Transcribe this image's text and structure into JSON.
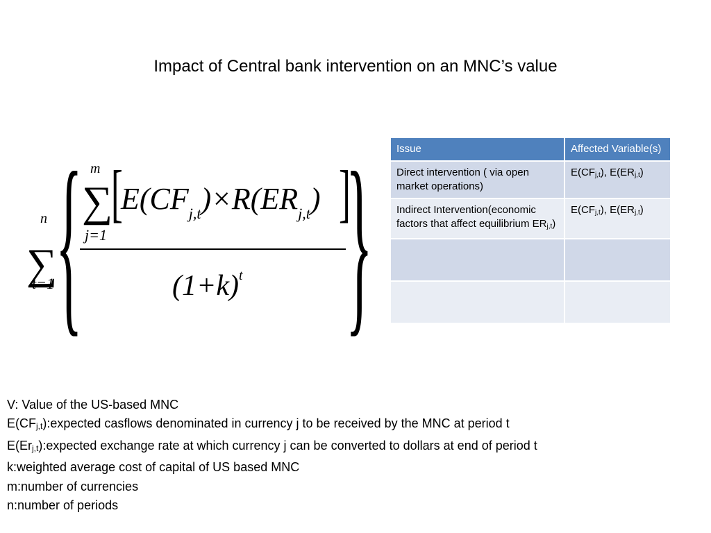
{
  "title": "Impact of Central bank intervention on an MNC’s value",
  "formula": {
    "outer_sum": "∑",
    "outer_sum_upper": "n",
    "outer_sum_lower": "t=1",
    "left_brace": "{",
    "right_brace": "}",
    "inner_sum": "∑",
    "inner_sum_upper": "m",
    "inner_sum_lower": "j=1",
    "left_bracket": "[",
    "right_bracket": "]",
    "numerator_term1": "E(CF",
    "numerator_sub1": "j,t",
    "numerator_mid": ")×R(ER",
    "numerator_sub2": "j,t",
    "numerator_close": ")",
    "denominator": "(1+k)",
    "denominator_exp": "t"
  },
  "table": {
    "headers": [
      "Issue",
      "Affected Variable(s)"
    ],
    "rows": [
      {
        "issue": "Direct intervention ( via open market operations)",
        "issue_sub": "",
        "issue_tail": "",
        "affected": {
          "a": "E(CF",
          "a_sub": "j,t",
          "b": "), E(ER",
          "b_sub": "j,t",
          "c": ")"
        }
      },
      {
        "issue": "Indirect Intervention(economic factors that affect equilibrium  ER",
        "issue_sub": "j,t",
        "issue_tail": ")",
        "affected": {
          "a": "E(CF",
          "a_sub": "j,t",
          "b": "), E(ER",
          "b_sub": "j,t",
          "c": ")"
        }
      },
      {
        "issue": "",
        "affected": {}
      },
      {
        "issue": "",
        "affected": {}
      }
    ]
  },
  "definitions": {
    "v": "V: Value of the US-based MNC",
    "cf_pre": "E(CF",
    "cf_sub": "j,t",
    "cf_post": "):expected casflows denominated in currency j to be received by the MNC at period t",
    "er_pre": "E(Er",
    "er_sub": "j,t",
    "er_post": "):expected exchange rate at which currency j can be converted to dollars at end of period t",
    "k": "k:weighted average cost of capital of US based MNC",
    "m": "m:number of currencies",
    "n": "n:number of periods"
  }
}
